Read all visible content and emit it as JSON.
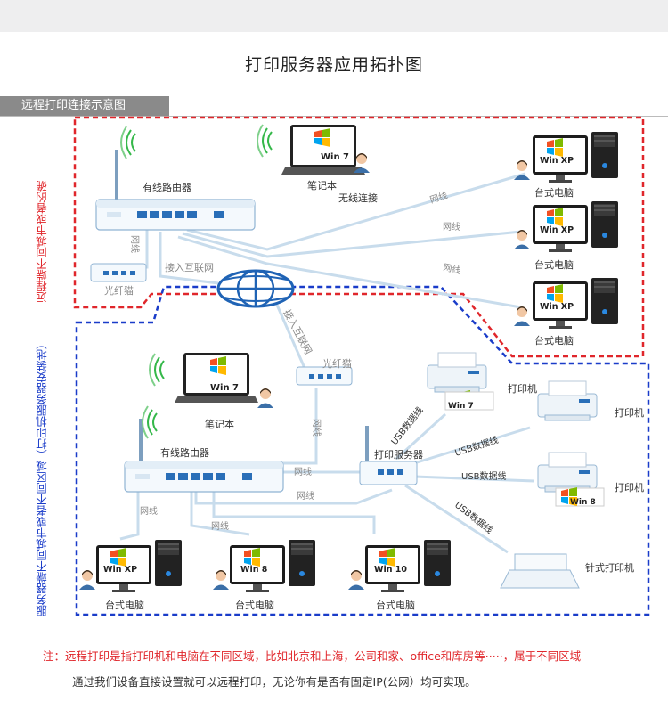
{
  "title": "打印服务器应用拓扑图",
  "section_label": "远程打印连接示意图",
  "remote_side_label": "远程端不同城市或者的确",
  "server_side_label": "服务器端不同城市或者不同区域（打印机服务器安装地）",
  "top": {
    "router": "有线路由器",
    "laptop": "笔记本",
    "laptop_os": "Win 7",
    "wireless": "无线连接",
    "modem": "光纤猫",
    "cable_v": "网线",
    "internet": "接入互联网",
    "desktops": [
      {
        "label": "台式电脑",
        "os": "Win XP",
        "cable": "网线"
      },
      {
        "label": "台式电脑",
        "os": "Win XP",
        "cable": "网线"
      },
      {
        "label": "台式电脑",
        "os": "Win XP",
        "cable": "网线"
      }
    ]
  },
  "bottom": {
    "internet": "接入互联网",
    "modem": "光纤猫",
    "cable_v": "网线",
    "laptop": "笔记本",
    "laptop_os": "Win 7",
    "router": "有线路由器",
    "print_server": "打印服务器",
    "cable_router_server": "网线",
    "cable_long": "网线",
    "cable_a": "网线",
    "cable_b": "网线",
    "desktops": [
      {
        "label": "台式电脑",
        "os": "Win XP"
      },
      {
        "label": "台式电脑",
        "os": "Win 8"
      },
      {
        "label": "台式电脑",
        "os": "Win 10"
      }
    ],
    "usb_cables": [
      "USB数据线",
      "USB数据线",
      "USB数据线",
      "USB数据线"
    ],
    "printers": [
      {
        "label": "打印机",
        "os": "Win 7"
      },
      {
        "label": "打印机",
        "os": ""
      },
      {
        "label": "打印机",
        "os": "Win 8"
      },
      {
        "label": "针式打印机",
        "os": ""
      }
    ]
  },
  "note_line1": "注：远程打印是指打印机和电脑在不同区域，比如北京和上海，公司和家、office和库房等·····，属于不同区域",
  "note_line2": "通过我们设备直接设置就可以远程打印，无论你有是否有固定IP(公网）均可实现。",
  "colors": {
    "red": "#e0262b",
    "blue": "#1a3cc9",
    "cable": "#c8dcec",
    "accent": "#2a6fb8"
  }
}
